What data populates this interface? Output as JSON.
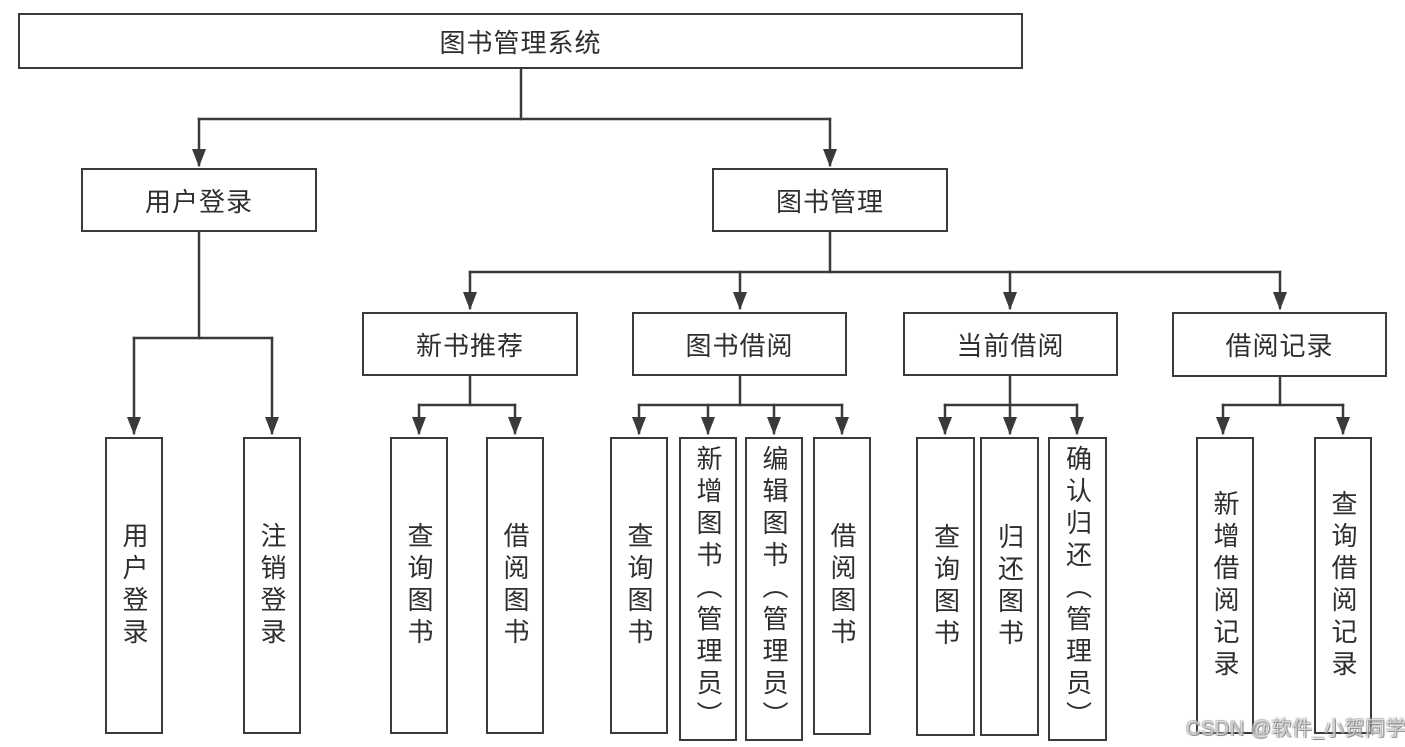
{
  "diagram": {
    "title": "图书管理系统",
    "level2": [
      {
        "label": "用户登录"
      },
      {
        "label": "图书管理"
      }
    ],
    "level3": [
      {
        "label": "新书推荐"
      },
      {
        "label": "图书借阅"
      },
      {
        "label": "当前借阅"
      },
      {
        "label": "借阅记录"
      }
    ],
    "leaves": [
      {
        "label": "用户登录"
      },
      {
        "label": "注销登录"
      },
      {
        "label": "查询图书"
      },
      {
        "label": "借阅图书"
      },
      {
        "label": "查询图书"
      },
      {
        "label": "新增图书（管理员）"
      },
      {
        "label": "编辑图书（管理员）"
      },
      {
        "label": "借阅图书"
      },
      {
        "label": "查询图书"
      },
      {
        "label": "归还图书"
      },
      {
        "label": "确认归还（管理员）"
      },
      {
        "label": "新增借阅记录"
      },
      {
        "label": "查询借阅记录"
      }
    ]
  },
  "watermark": "CSDN @软件_小贺同学",
  "colors": {
    "line": "#3a3a3a",
    "text": "#2e2e2e",
    "background": "#ffffff"
  }
}
